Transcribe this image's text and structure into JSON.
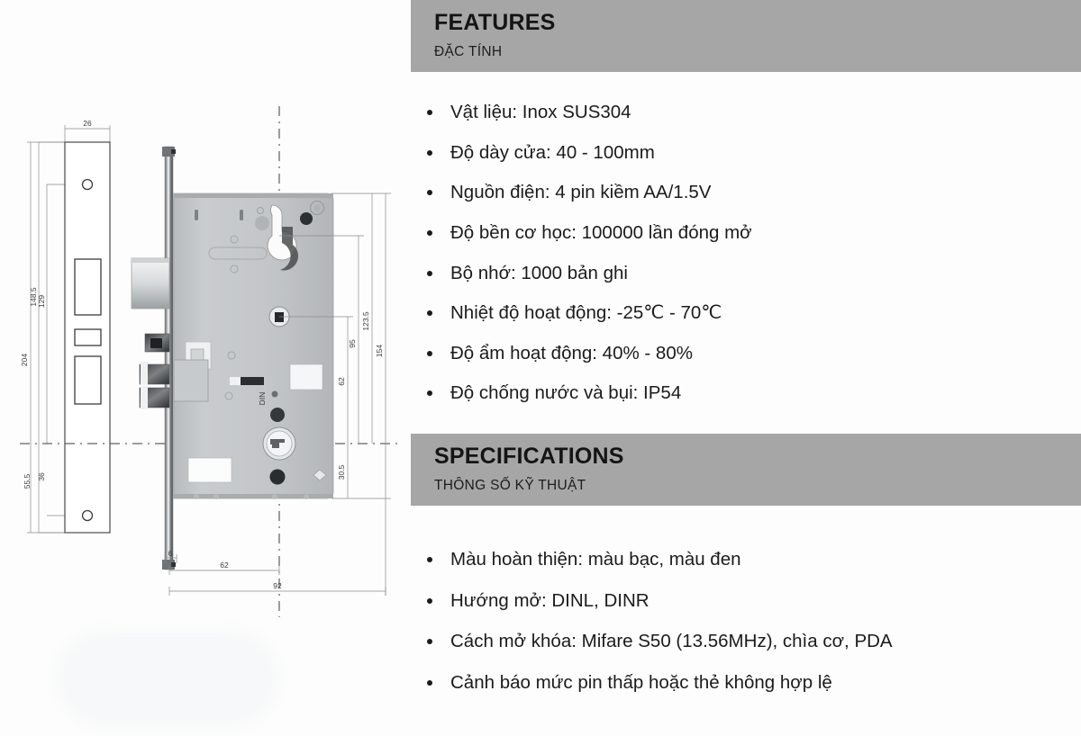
{
  "page": {
    "background": "#fdfdfd",
    "band_color": "#a6a6a6",
    "text_color": "#1b1b1b"
  },
  "features": {
    "title_en": "FEATURES",
    "title_vi": "ĐẶC TÍNH",
    "items": [
      "Vật liệu: Inox SUS304",
      "Độ dày cửa: 40 - 100mm",
      "Nguồn điện: 4 pin kiềm AA/1.5V",
      "Độ bền cơ học: 100000 lần đóng mở",
      "Bộ nhớ: 1000 bản ghi",
      "Nhiệt độ hoạt động: -25℃ - 70℃",
      "Độ ẩm hoạt động: 40% - 80%",
      "Độ chống nước và bụi: IP54"
    ]
  },
  "specifications": {
    "title_en": "SPECIFICATIONS",
    "title_vi": "THÔNG SỐ KỸ THUẬT",
    "items": [
      "Màu hoàn thiện: màu bạc, màu đen",
      "Hướng mở: DINL, DINR",
      "Cách mở khóa: Mifare S50 (13.56MHz), chìa cơ, PDA",
      "Cảnh báo mức pin thấp hoặc thẻ không hợp lệ"
    ]
  },
  "drawing": {
    "caption": "mortise-lock-technical-drawing",
    "dimensions": {
      "faceplate_width": "26",
      "faceplate_height": "204",
      "upper_hole_to_center": "148.5",
      "upper_slot_span": "129",
      "lower_span": "55.5",
      "lower_slot_span": "36",
      "body_height": "154",
      "cylinder_to_top": "123.5",
      "spindle_to_top": "95",
      "mid_dim": "62",
      "lower_body": "30.5",
      "backset": "62",
      "overall_depth": "92",
      "faceplate_thickness": "6"
    }
  }
}
